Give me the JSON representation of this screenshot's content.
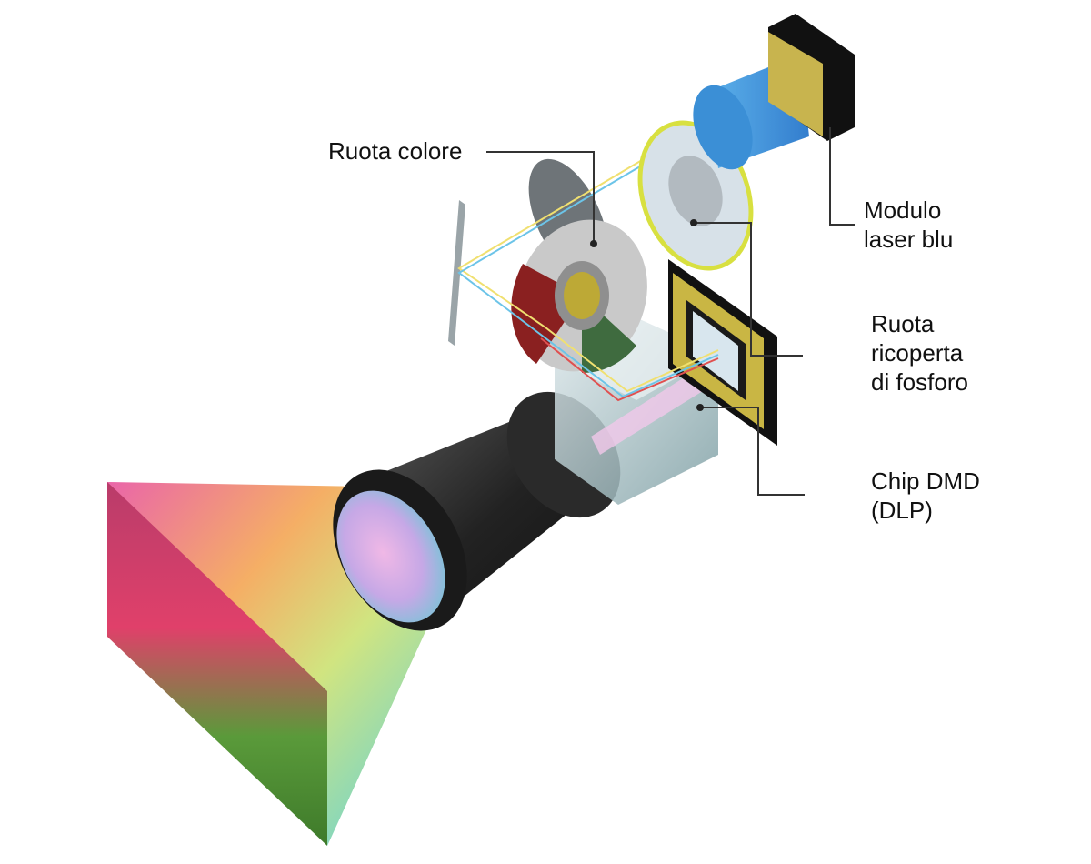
{
  "diagram": {
    "labels": {
      "color_wheel": "Ruota colore",
      "blue_laser_line1": "Modulo",
      "blue_laser_line2": "laser blu",
      "phosphor_line1": "Ruota",
      "phosphor_line2": "ricoperta",
      "phosphor_line3": "di fosforo",
      "dmd_line1": "Chip DMD",
      "dmd_line2": "(DLP)"
    }
  }
}
